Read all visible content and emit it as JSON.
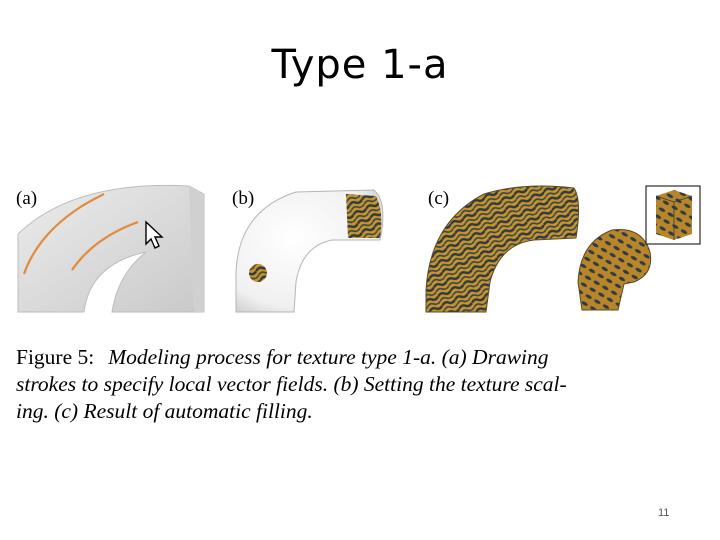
{
  "slide": {
    "title": "Type 1-a",
    "page_number": "11"
  },
  "figure": {
    "panels": [
      {
        "label": "(a)"
      },
      {
        "label": "(b)"
      },
      {
        "label": "(c)"
      }
    ],
    "caption_lead": "Figure 5:",
    "caption_lines": [
      "Modeling process for texture type 1-a.  (a) Drawing",
      "strokes to specify local vector fields.  (b) Setting the texture scal-",
      "ing. (c) Result of automatic filling."
    ]
  },
  "colors": {
    "texture_gold": "#c8952a",
    "texture_dark": "#2e3a44",
    "stroke_orange": "#e08a3c"
  },
  "icons": {
    "cursor": "mouse-pointer-icon"
  }
}
